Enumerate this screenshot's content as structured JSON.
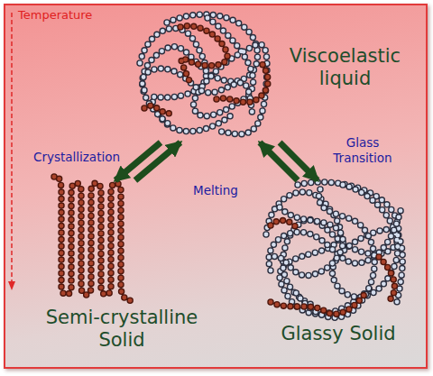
{
  "diagram": {
    "nodes": [
      {
        "text": [
          "Viscoelastic liquid"
        ]
      },
      {
        "text": [
          "Semi-crystalline Solid"
        ]
      },
      {
        "text": [
          "Glassy Solid"
        ]
      }
    ],
    "edges": [
      {
        "from": 0,
        "to": 1,
        "arrow": "to",
        "label": "Crystallization"
      },
      {
        "from": 1,
        "to": 0,
        "arrow": "to",
        "label": "Melting"
      },
      {
        "from": 0,
        "to": 2,
        "arrow": "to",
        "label": "Glass Transition"
      },
      {
        "from": 2,
        "to": 0,
        "arrow": "to"
      }
    ],
    "labels": [
      "Temperature"
    ]
  }
}
